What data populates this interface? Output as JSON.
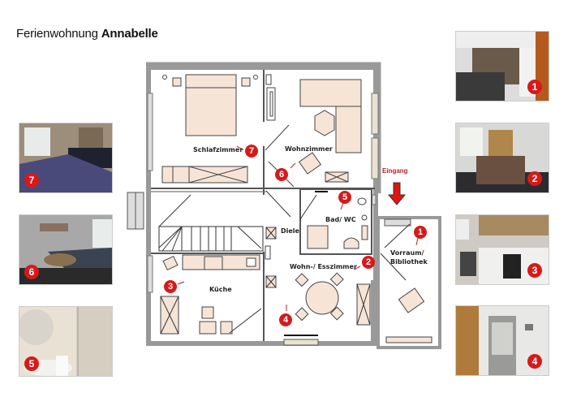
{
  "title": {
    "prefix": "Ferienwohnung",
    "name": "Annabelle"
  },
  "colors": {
    "marker": "#d61a1a",
    "wall": "#b8b8b8",
    "furniture": "#f6e4d6",
    "entrance_arrow": "#e01414",
    "entrance_text": "#b5202a"
  },
  "floorplan": {
    "entrance_label": "Eingang",
    "rooms": [
      {
        "id": "schlafzimmer",
        "label": "Schlafzimmer",
        "marker": "7"
      },
      {
        "id": "wohnzimmer",
        "label": "Wohnzimmer",
        "marker": "6"
      },
      {
        "id": "bad",
        "label": "Bad/ WC",
        "marker": "5"
      },
      {
        "id": "diele",
        "label": "Diele",
        "marker": ""
      },
      {
        "id": "kueche",
        "label": "Küche",
        "marker": "3"
      },
      {
        "id": "wohn-esszimmer",
        "label": "Wohn-/ Esszimmer",
        "marker": "2"
      },
      {
        "id": "vorraum",
        "label": "Vorraum/",
        "label2": "Bibliothek",
        "marker": "1"
      },
      {
        "id": "dining-view",
        "label": "",
        "marker": "4"
      }
    ]
  },
  "photos": [
    {
      "number": "1",
      "subject": "Vorraum / Bibliothek",
      "side": "right"
    },
    {
      "number": "2",
      "subject": "Wohn-/ Esszimmer",
      "side": "right"
    },
    {
      "number": "3",
      "subject": "Küche",
      "side": "right"
    },
    {
      "number": "4",
      "subject": "Diele view",
      "side": "right"
    },
    {
      "number": "7",
      "subject": "Schlafzimmer",
      "side": "left"
    },
    {
      "number": "6",
      "subject": "Wohnzimmer",
      "side": "left"
    },
    {
      "number": "5",
      "subject": "Bad/ WC",
      "side": "left"
    }
  ]
}
